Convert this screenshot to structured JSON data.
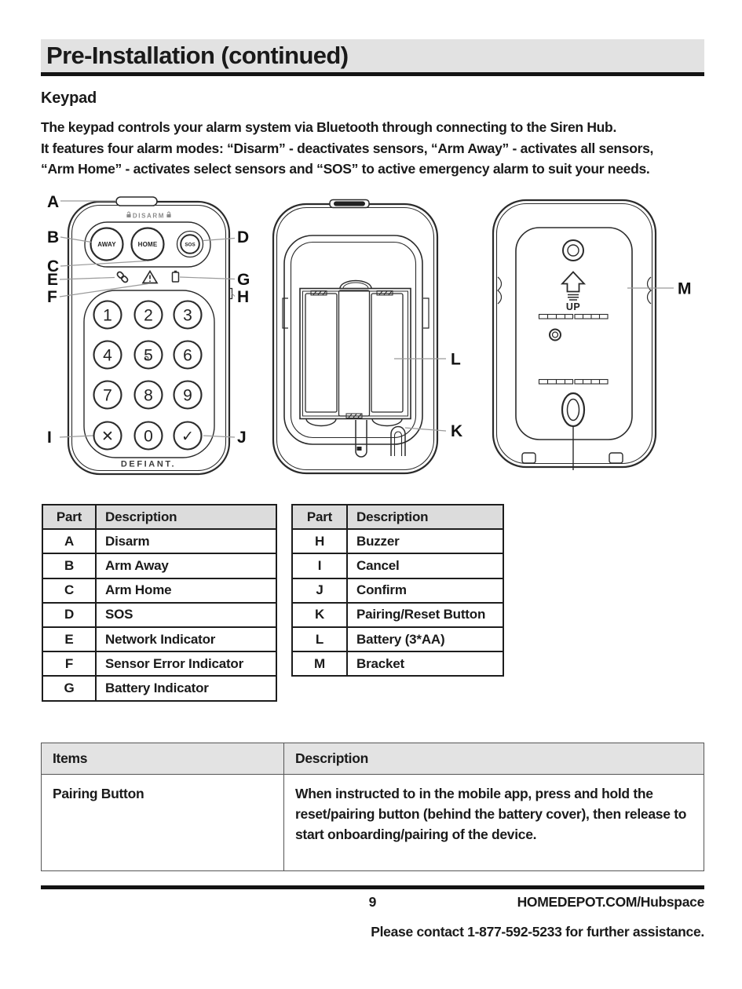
{
  "header": {
    "title": "Pre-Installation (continued)"
  },
  "section": {
    "heading": "Keypad",
    "intro_lines": [
      "The keypad controls your alarm system via Bluetooth through connecting to the Siren Hub.",
      "It features four alarm modes: “Disarm” - deactivates sensors, “Arm Away” - activates all sensors,",
      "“Arm Home” - activates select sensors and “SOS” to active emergency alarm to suit your needs."
    ]
  },
  "diagram": {
    "keypad_front": {
      "disarm_strip": "DISARM",
      "away_button": "AWAY",
      "home_button": "HOME",
      "sos_button": "SOS",
      "digits": [
        "1",
        "2",
        "3",
        "4",
        "5",
        "6",
        "7",
        "8",
        "9"
      ],
      "zero_key": "0",
      "cancel_glyph": "✕",
      "confirm_glyph": "✓",
      "brand": "DEFIANT."
    },
    "bracket": {
      "up_label": "UP"
    },
    "callouts": {
      "A": "A",
      "B": "B",
      "C": "C",
      "D": "D",
      "E": "E",
      "F": "F",
      "G": "G",
      "H": "H",
      "I": "I",
      "J": "J",
      "K": "K",
      "L": "L",
      "M": "M"
    }
  },
  "tables": {
    "parts_left": {
      "headers": [
        "Part",
        "Description"
      ],
      "rows": [
        [
          "A",
          "Disarm"
        ],
        [
          "B",
          "Arm Away"
        ],
        [
          "C",
          "Arm Home"
        ],
        [
          "D",
          "SOS"
        ],
        [
          "E",
          "Network Indicator"
        ],
        [
          "F",
          "Sensor Error Indicator"
        ],
        [
          "G",
          "Battery Indicator"
        ]
      ]
    },
    "parts_right": {
      "headers": [
        "Part",
        "Description"
      ],
      "rows": [
        [
          "H",
          "Buzzer"
        ],
        [
          "I",
          "Cancel"
        ],
        [
          "J",
          "Confirm"
        ],
        [
          "K",
          "Pairing/Reset Button"
        ],
        [
          "L",
          "Battery (3*AA)"
        ],
        [
          "M",
          "Bracket"
        ]
      ]
    },
    "items": {
      "headers": [
        "Items",
        "Description"
      ],
      "rows": [
        [
          "Pairing Button",
          "When instructed to in the mobile app, press and hold the reset/pairing button (behind the battery cover), then release to start onboarding/pairing of the device."
        ]
      ]
    }
  },
  "footer": {
    "page_number": "9",
    "site": "HOMEDEPOT.COM/Hubspace",
    "contact": "Please contact 1-877-592-5233 for further assistance."
  },
  "colors": {
    "title_bar_bg": "#e2e2e2",
    "table_header_bg": "#dcdcdc",
    "rule": "#141414"
  }
}
